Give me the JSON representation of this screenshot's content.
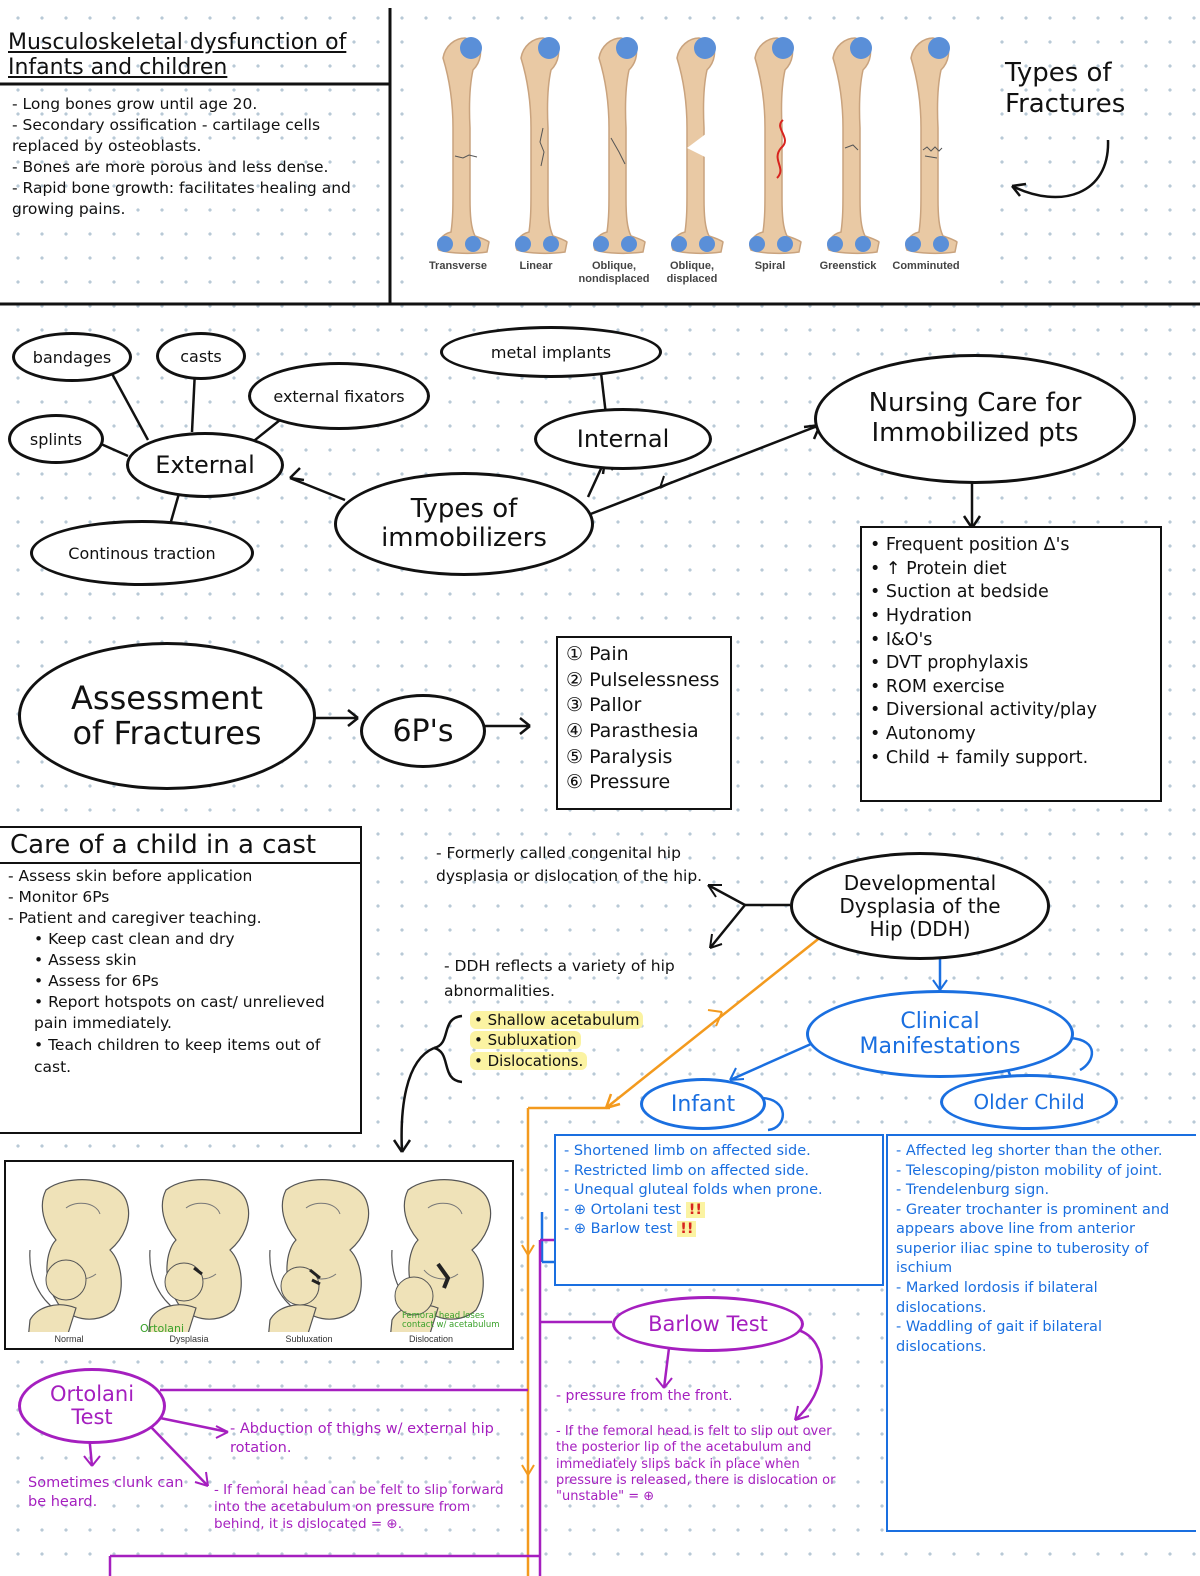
{
  "page": {
    "title": "Musculoskeletal dysfunction of Infants and children"
  },
  "intro_notes": [
    "- Long bones grow until age 20.",
    "- Secondary ossification - cartilage cells replaced by osteoblasts.",
    "- Bones are more porous and less dense.",
    "- Rapid bone growth: facilitates healing and growing pains."
  ],
  "fracture_types": {
    "title": "Types of Fractures",
    "labels": [
      "Transverse",
      "Linear",
      "Oblique, nondisplaced",
      "Oblique, displaced",
      "Spiral",
      "Greenstick",
      "Comminuted"
    ]
  },
  "immobilizers": {
    "center": "Types of immobilizers",
    "external": "External",
    "internal": "Internal",
    "external_items": [
      "bandages",
      "casts",
      "external fixators",
      "splints",
      "Continous traction"
    ],
    "internal_items": [
      "metal implants"
    ]
  },
  "nursing_care": {
    "title": "Nursing Care for Immobilized pts",
    "items": [
      "• Frequent position Δ's",
      "• ↑ Protein diet",
      "• Suction at bedside",
      "• Hydration",
      "• I&O's",
      "• DVT prophylaxis",
      "• ROM exercise",
      "• Diversional activity/play",
      "• Autonomy",
      "• Child + family support."
    ]
  },
  "assessment": {
    "title": "Assessment of Fractures",
    "six_ps": "6P's",
    "items": [
      "① Pain",
      "② Pulselessness",
      "③ Pallor",
      "④ Parasthesia",
      "⑤ Paralysis",
      "⑥ Pressure"
    ]
  },
  "cast_care": {
    "title": "Care of a child in a cast",
    "items": [
      "- Assess skin before application",
      "- Monitor 6Ps",
      "- Patient and caregiver teaching.",
      "• Keep cast clean and dry",
      "• Assess skin",
      "• Assess for 6Ps",
      "• Report hotspots on cast/ unrelieved pain immediately.",
      "• Teach children to keep items out of cast."
    ]
  },
  "ddh": {
    "title": "Developmental Dysplasia of the Hip (DDH)",
    "formerly": "- Formerly called congenital hip dysplasia or dislocation of the hip.",
    "reflects": "- DDH reflects a variety of hip abnormalities.",
    "abnormalities": [
      "• Shallow acetabulum",
      "• Subluxation",
      "• Dislocations."
    ],
    "clinical": "Clinical Manifestations",
    "infant": "Infant",
    "older_child": "Older Child",
    "infant_items": [
      "- Shortened limb on affected side.",
      "- Restricted limb on affected side.",
      "- Unequal gluteal folds when prone.",
      "- ⊕ Ortolani test",
      "- ⊕ Barlow test"
    ],
    "older_items": [
      "- Affected leg shorter than the other.",
      "- Telescoping/piston mobility of joint.",
      "- Trendelenburg sign.",
      "- Greater trochanter is prominent and appears above line from anterior superior iliac spine to tuberosity of ischium",
      "- Marked lordosis if bilateral dislocations.",
      "- Waddling of gait if bilateral dislocations."
    ],
    "exclaim": "!!"
  },
  "hip_figure": {
    "labels": [
      "Normal",
      "Dysplasia",
      "Subluxation",
      "Dislocation"
    ],
    "annot_ortolani": "Ortolani",
    "annot_femoral": "Femoral head loses contact w/ acetabulum"
  },
  "ortolani": {
    "title": "Ortolani Test",
    "abduction": "- Abduction of thighs w/ external hip rotation.",
    "clunk": "Sometimes clunk can be heard.",
    "if_femoral": "- If femoral head can be felt to slip forward into the acetabulum on pressure from behind, it is dislocated = ⊕."
  },
  "barlow": {
    "title": "Barlow Test",
    "pressure": "- pressure from the front.",
    "if_femoral": "- If the femoral head is felt to slip out over the posterior lip of the acetabulum and immediately slips back in place when pressure is released, there is dislocation or \"unstable\" = ⊕"
  },
  "colors": {
    "ink": "#111111",
    "blue": "#1a6fe0",
    "purple": "#a51fbf",
    "orange": "#f39a1e",
    "green": "#3aa12a",
    "highlight": "#fbf3a2",
    "bone": "#e9c9a4",
    "joint": "#5a8fd8"
  }
}
